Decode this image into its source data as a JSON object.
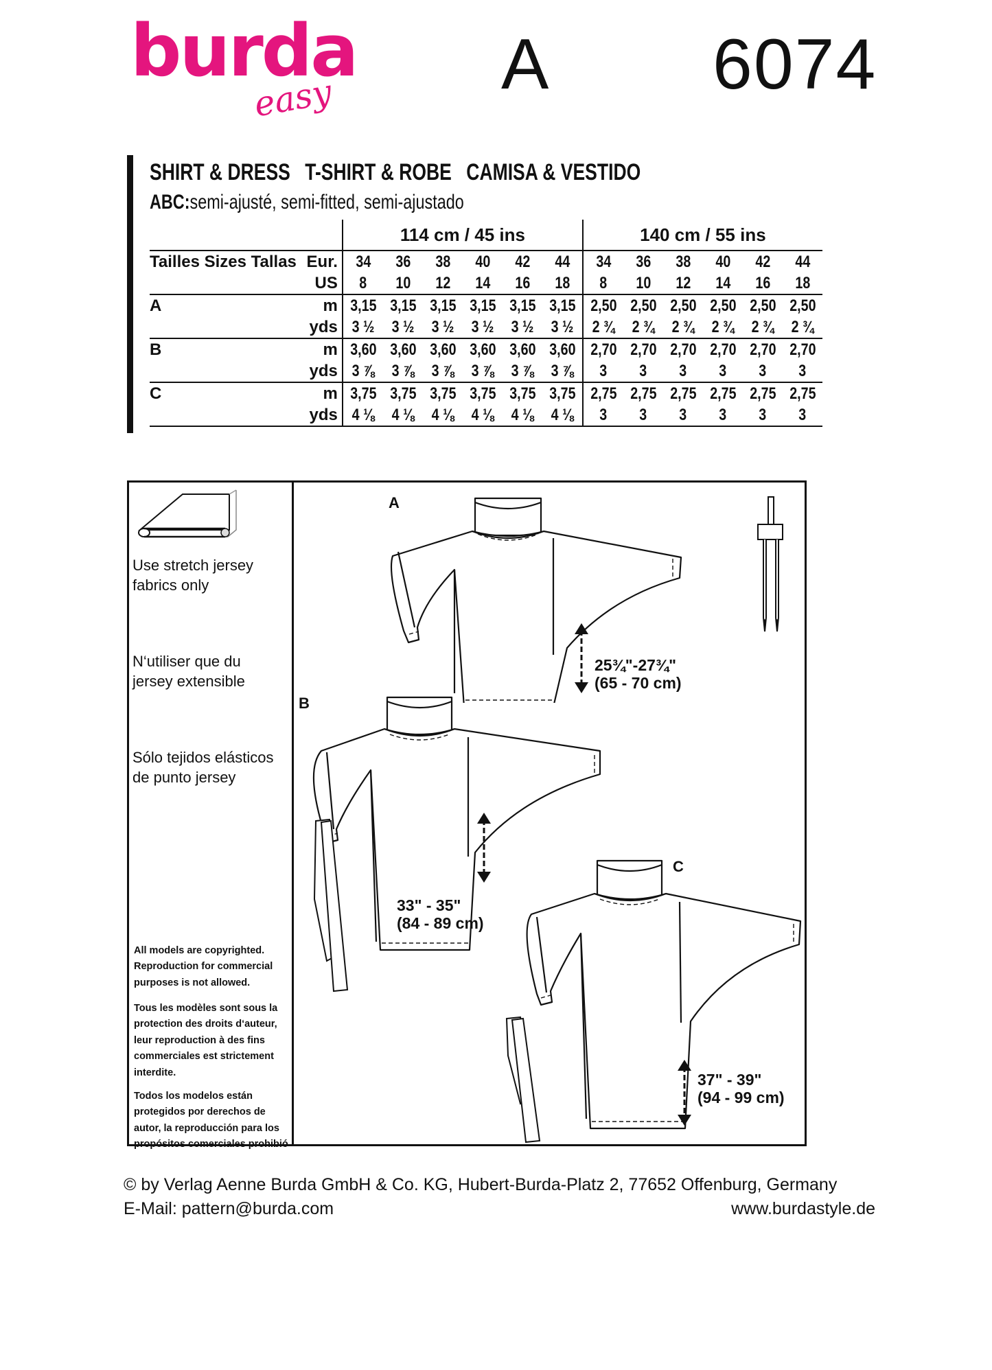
{
  "header": {
    "brand": "burda",
    "brand_sub": "easy",
    "view": "A",
    "pattern_number": "6074"
  },
  "title": {
    "parts": [
      "SHIRT & DRESS",
      "T-SHIRT & ROBE",
      "CAMISA & VESTIDO"
    ],
    "fit_label": "ABC:",
    "fit_text": "semi-ajusté, semi-fitted, semi-ajustado"
  },
  "yardage": {
    "widths": [
      "114 cm / 45 ins",
      "140 cm / 55 ins"
    ],
    "size_label": "Tailles  Sizes  Tallas",
    "eur_label": "Eur.",
    "us_label": "US",
    "eur_sizes": [
      "34",
      "36",
      "38",
      "40",
      "42",
      "44",
      "34",
      "36",
      "38",
      "40",
      "42",
      "44"
    ],
    "us_sizes": [
      "8",
      "10",
      "12",
      "14",
      "16",
      "18",
      "8",
      "10",
      "12",
      "14",
      "16",
      "18"
    ],
    "rows": [
      {
        "view": "A",
        "m": [
          "3,15",
          "3,15",
          "3,15",
          "3,15",
          "3,15",
          "3,15",
          "2,50",
          "2,50",
          "2,50",
          "2,50",
          "2,50",
          "2,50"
        ],
        "yds": [
          "3 ½",
          "3 ½",
          "3 ½",
          "3 ½",
          "3 ½",
          "3 ½",
          "2 ¾",
          "2 ¾",
          "2 ¾",
          "2 ¾",
          "2 ¾",
          "2 ¾"
        ]
      },
      {
        "view": "B",
        "m": [
          "3,60",
          "3,60",
          "3,60",
          "3,60",
          "3,60",
          "3,60",
          "2,70",
          "2,70",
          "2,70",
          "2,70",
          "2,70",
          "2,70"
        ],
        "yds": [
          "3 ⅞",
          "3 ⅞",
          "3 ⅞",
          "3 ⅞",
          "3 ⅞",
          "3 ⅞",
          "3",
          "3",
          "3",
          "3",
          "3",
          "3"
        ]
      },
      {
        "view": "C",
        "m": [
          "3,75",
          "3,75",
          "3,75",
          "3,75",
          "3,75",
          "3,75",
          "2,75",
          "2,75",
          "2,75",
          "2,75",
          "2,75",
          "2,75"
        ],
        "yds": [
          "4 ⅛",
          "4 ⅛",
          "4 ⅛",
          "4 ⅛",
          "4 ⅛",
          "4 ⅛",
          "3",
          "3",
          "3",
          "3",
          "3",
          "3"
        ]
      }
    ],
    "m_label": "m",
    "yds_label": "yds"
  },
  "notes": {
    "en": "Use stretch jersey fabrics only",
    "fr": "N‘utiliser que du jersey extensible",
    "es": "Sólo tejidos elásticos de punto jersey"
  },
  "legal": {
    "en": "All models are copyrighted. Reproduction for commercial purposes is not allowed.",
    "fr": "Tous les modèles sont sous la protection des droits d‘auteur, leur reproduction à des fins commerciales est strictement interdite.",
    "es": "Todos los modelos están protegidos por derechos de autor, la reproducción para los propósitos comerciales prohibió"
  },
  "views": {
    "a": {
      "label": "A",
      "length_in": "25¾\"-27¾\"",
      "length_cm": "(65 - 70 cm)"
    },
    "b": {
      "label": "B",
      "length_in": "33\" - 35\"",
      "length_cm": "(84 - 89 cm)"
    },
    "c": {
      "label": "C",
      "length_in": "37\" - 39\"",
      "length_cm": "(94 - 99 cm)"
    }
  },
  "footer": {
    "copyright": "© by Verlag Aenne Burda GmbH & Co. KG, Hubert-Burda-Platz 2, 77652 Offenburg, Germany",
    "email": "E-Mail: pattern@burda.com",
    "website": "www.burdastyle.de"
  },
  "colors": {
    "brand": "#e4157e"
  }
}
